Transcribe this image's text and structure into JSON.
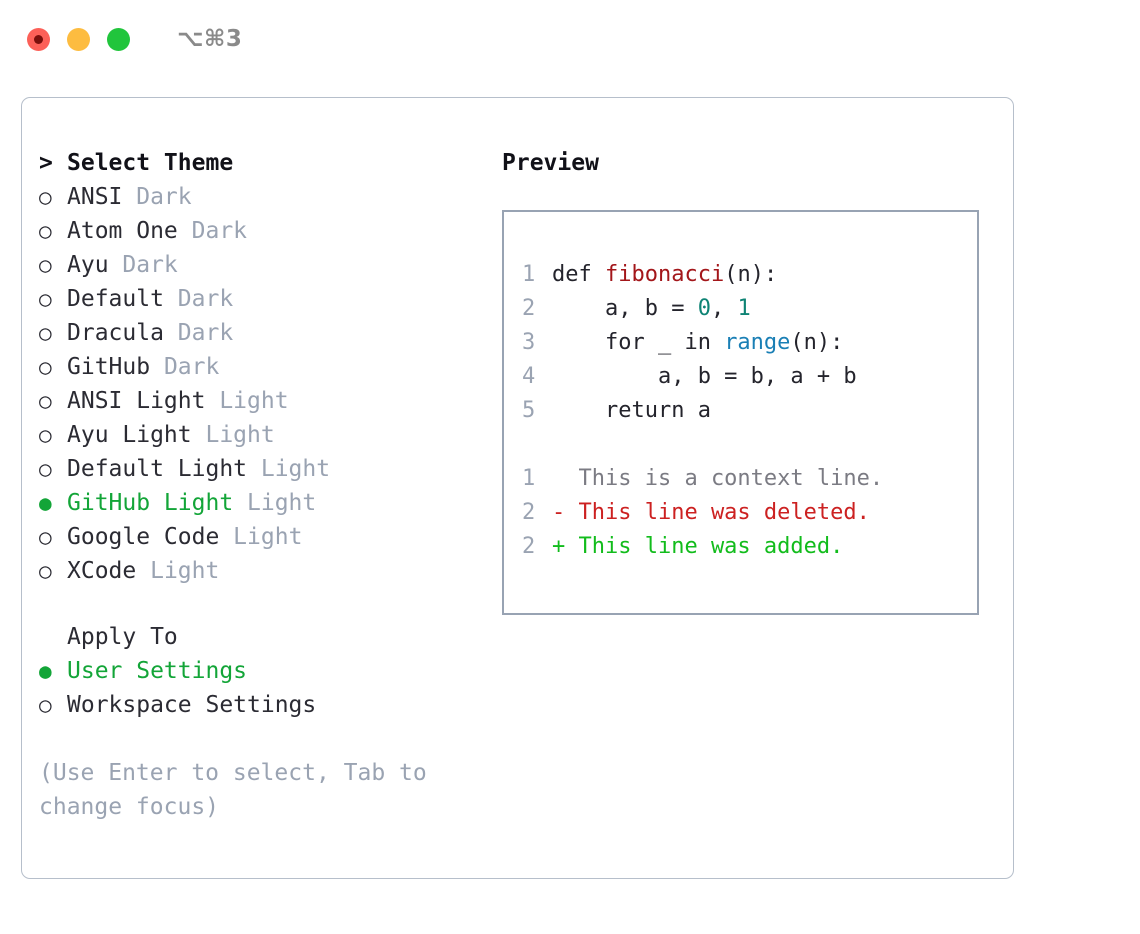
{
  "titlebar": {
    "shortcut": "⌥⌘3",
    "buttons": [
      {
        "name": "close",
        "color": "#fc6058"
      },
      {
        "name": "minimize",
        "color": "#fdbc40"
      },
      {
        "name": "maximize",
        "color": "#21c53c"
      }
    ]
  },
  "theme_list": {
    "header_marker": ">",
    "header_label": "Select Theme",
    "items": [
      {
        "marker": "○",
        "label": "ANSI",
        "suffix": "Dark",
        "selected": false
      },
      {
        "marker": "○",
        "label": "Atom One",
        "suffix": "Dark",
        "selected": false
      },
      {
        "marker": "○",
        "label": "Ayu",
        "suffix": "Dark",
        "selected": false
      },
      {
        "marker": "○",
        "label": "Default",
        "suffix": "Dark",
        "selected": false
      },
      {
        "marker": "○",
        "label": "Dracula",
        "suffix": "Dark",
        "selected": false
      },
      {
        "marker": "○",
        "label": "GitHub",
        "suffix": "Dark",
        "selected": false
      },
      {
        "marker": "○",
        "label": "ANSI Light",
        "suffix": "Light",
        "selected": false
      },
      {
        "marker": "○",
        "label": "Ayu Light",
        "suffix": "Light",
        "selected": false
      },
      {
        "marker": "○",
        "label": "Default Light",
        "suffix": "Light",
        "selected": false
      },
      {
        "marker": "●",
        "label": "GitHub Light",
        "suffix": "Light",
        "selected": true
      },
      {
        "marker": "○",
        "label": "Google Code",
        "suffix": "Light",
        "selected": false
      },
      {
        "marker": "○",
        "label": "XCode",
        "suffix": "Light",
        "selected": false
      }
    ]
  },
  "apply_to": {
    "heading": "Apply To",
    "items": [
      {
        "marker": "●",
        "label": "User Settings",
        "selected": true
      },
      {
        "marker": "○",
        "label": "Workspace Settings",
        "selected": false
      }
    ]
  },
  "hint": "(Use Enter to select, Tab to change focus)",
  "preview": {
    "title": "Preview",
    "code_lines": [
      {
        "no": "1",
        "parts": [
          {
            "t": "def ",
            "c": "plain"
          },
          {
            "t": "fibonacci",
            "c": "fn"
          },
          {
            "t": "(n):",
            "c": "plain"
          }
        ]
      },
      {
        "no": "2",
        "parts": [
          {
            "t": "    a, b = ",
            "c": "plain"
          },
          {
            "t": "0",
            "c": "num"
          },
          {
            "t": ", ",
            "c": "plain"
          },
          {
            "t": "1",
            "c": "num"
          }
        ]
      },
      {
        "no": "3",
        "parts": [
          {
            "t": "    for _ in ",
            "c": "plain"
          },
          {
            "t": "range",
            "c": "call"
          },
          {
            "t": "(n):",
            "c": "plain"
          }
        ]
      },
      {
        "no": "4",
        "parts": [
          {
            "t": "        a, b = b, a + b",
            "c": "plain"
          }
        ]
      },
      {
        "no": "5",
        "parts": [
          {
            "t": "    return a",
            "c": "plain"
          }
        ]
      }
    ],
    "diff_lines": [
      {
        "no": "1",
        "text": "  This is a context line.",
        "kind": "ctx"
      },
      {
        "no": "2",
        "text": "- This line was deleted.",
        "kind": "del"
      },
      {
        "no": "2",
        "text": "+ This line was added.",
        "kind": "add"
      }
    ]
  },
  "colors": {
    "accent_green": "#13a538",
    "muted": "#9aa3b2",
    "diff_add": "#12bc1c",
    "diff_del": "#cc2121",
    "token_function": "#a3161a",
    "token_number": "#0e8374",
    "token_call": "#1a7fb5"
  }
}
